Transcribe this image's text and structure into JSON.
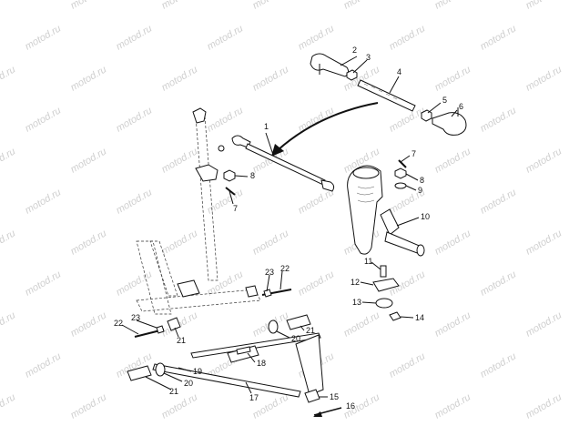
{
  "watermark": "motod.ru",
  "callouts": [
    "1",
    "2",
    "3",
    "4",
    "5",
    "6",
    "7",
    "7",
    "8",
    "8",
    "9",
    "10",
    "11",
    "12",
    "13",
    "14",
    "15",
    "16",
    "17",
    "18",
    "19",
    "20",
    "20",
    "21",
    "21",
    "21",
    "22",
    "22",
    "23",
    "23"
  ],
  "colors": {
    "ink": "#111111",
    "watermark": "#cfcfcf",
    "background": "#ffffff"
  }
}
